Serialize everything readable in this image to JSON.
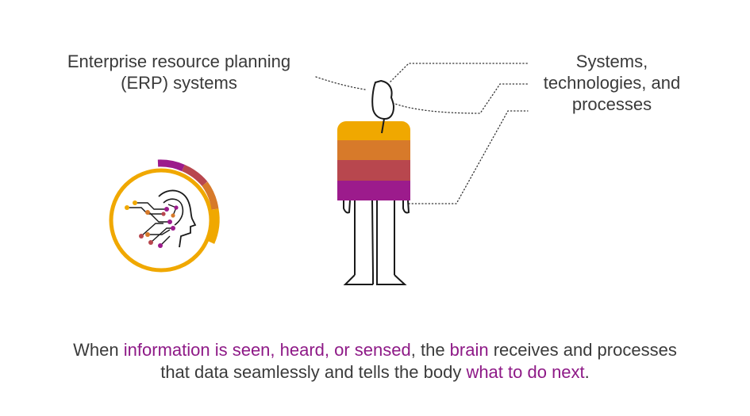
{
  "labels": {
    "erp_line1": "Enterprise resource planning",
    "erp_line2": "(ERP) systems",
    "sys_line1": "Systems,",
    "sys_line2": "technologies, and",
    "sys_line3": "processes"
  },
  "caption": {
    "part1": "When ",
    "hl1": "information is seen, heard, or sensed",
    "part2": ", the ",
    "hl2": "brain",
    "part3": " receives and processes",
    "part4": "that data seamlessly and tells the body ",
    "hl3": "what to do next",
    "part5": "."
  },
  "colors": {
    "gold": "#f0a800",
    "orange": "#d77a2a",
    "rose": "#b8474e",
    "magenta": "#9c1b8c",
    "line": "#1a1a1a",
    "highlight": "#8e1a87"
  },
  "icons": {
    "figure": "person-silhouette",
    "brain": "ai-head-circuit-icon"
  }
}
